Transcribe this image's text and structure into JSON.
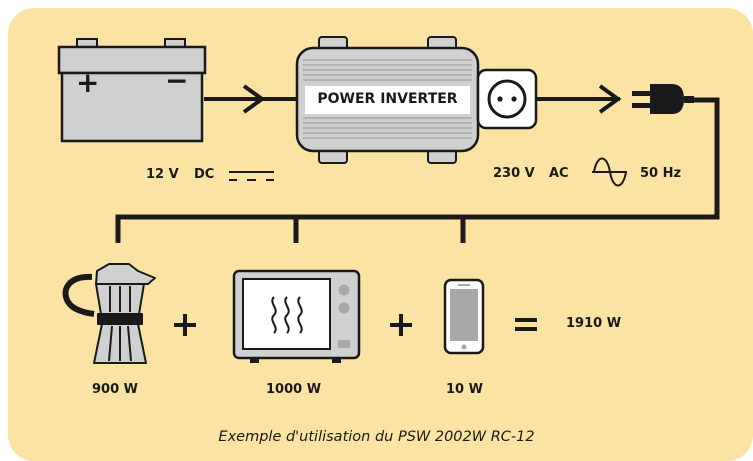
{
  "inverter": {
    "label": "POWER INVERTER"
  },
  "input": {
    "voltage": "12 V",
    "current_type": "DC"
  },
  "output": {
    "voltage": "230 V",
    "current_type": "AC",
    "frequency": "50 Hz"
  },
  "battery": {
    "plus": "+",
    "minus": "−"
  },
  "appliances": [
    {
      "name": "coffee-maker",
      "power": "900 W"
    },
    {
      "name": "microwave",
      "power": "1000 W"
    },
    {
      "name": "smartphone",
      "power": "10 W"
    }
  ],
  "operators": {
    "plus": "+",
    "equals": "="
  },
  "total": "1910 W",
  "caption": "Exemple d'utilisation du PSW 2002W RC-12",
  "colors": {
    "background": "#fbe3a3",
    "device_fill": "#d0d0d0",
    "stroke": "#1a1a1a"
  }
}
